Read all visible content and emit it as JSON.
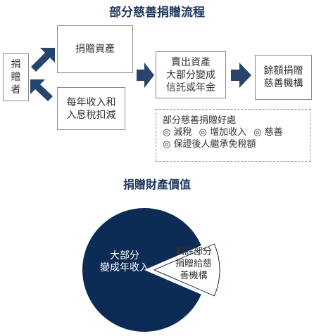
{
  "diagram": {
    "title": "部分慈善捐贈流程",
    "nodes": {
      "donor": [
        "捐",
        "贈",
        "者"
      ],
      "assets": "捐贈資產",
      "income": [
        "每年收入和",
        "入息稅扣減"
      ],
      "sell": [
        "賣出資產",
        "大部分變成",
        "信託或年金"
      ],
      "charity": [
        "餘額捐贈",
        "慈善機構"
      ]
    },
    "benefits": {
      "title": "部分慈善捐贈好處",
      "items": [
        "◎ 減稅",
        "◎ 增加收入",
        "◎ 慈善",
        "◎ 保證後人繼承免稅額"
      ]
    },
    "colors": {
      "arrow": "#27446b",
      "title": "#1f3a5e",
      "border": "#8a8a8a"
    }
  },
  "chart_data": {
    "type": "pie",
    "title": "捐贈財產價值",
    "slices": [
      {
        "label": "大部分變成年收入",
        "value": 87,
        "color": "#0c2b55"
      },
      {
        "label": "剩餘部分捐贈給慈善機構",
        "value": 13,
        "color": "#ffffff"
      }
    ],
    "slice_text": {
      "major": [
        "大部分",
        "變成年收入"
      ],
      "remain": [
        "剩餘部分",
        "捐贈給慈",
        "善機構"
      ]
    }
  }
}
